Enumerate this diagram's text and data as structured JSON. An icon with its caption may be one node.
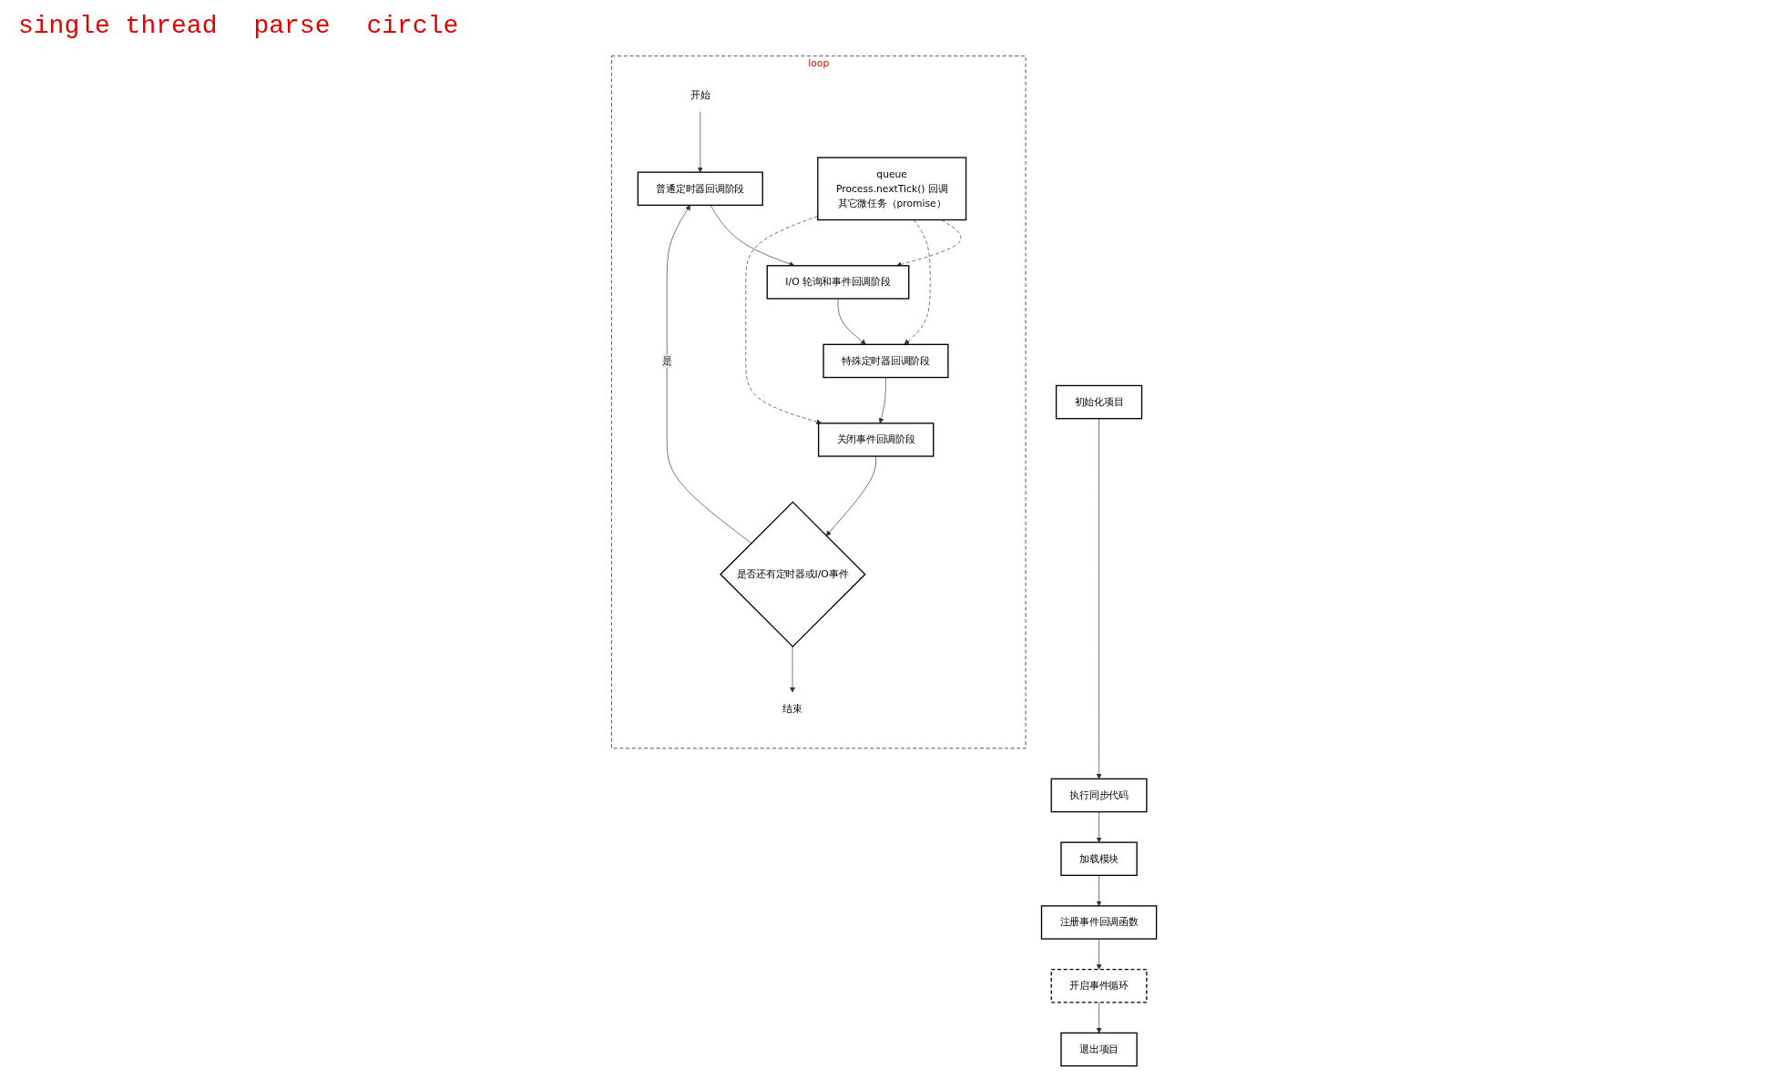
{
  "diagram": {
    "nodes": [
      {
        "text": [
          "初始化项目"
        ]
      },
      {
        "text": [
          "执行同步代码"
        ]
      },
      {
        "text": [
          "加载模块"
        ]
      },
      {
        "text": [
          "注册事件回调函数"
        ]
      },
      {
        "text": [
          "开启事件循环"
        ]
      },
      {
        "text": [
          "退出项目"
        ]
      },
      {
        "text": [
          "loop"
        ]
      },
      {
        "text": [
          "开始"
        ],
        "in": 6
      },
      {
        "text": [
          "普通定时器回调阶段"
        ],
        "in": 6
      },
      {
        "text": [
          "I/O 轮询和事件回调阶段"
        ],
        "in": 6
      },
      {
        "text": [
          "特殊定时器回调阶段"
        ],
        "in": 6
      },
      {
        "text": [
          "关闭事件回调阶段"
        ],
        "in": 6
      },
      {
        "text": [
          "是否还有定时器或I/O事件"
        ],
        "in": 6
      },
      {
        "text": [
          "结束"
        ],
        "in": 6
      },
      {
        "text": [
          "queue",
          "Process.nextTick() 回调",
          "其它微任务（promise）"
        ],
        "in": 6
      }
    ],
    "edges": [
      {
        "from": 0,
        "to": 1,
        "arrow": "to"
      },
      {
        "from": 1,
        "to": 2,
        "arrow": "to"
      },
      {
        "from": 2,
        "to": 3,
        "arrow": "to"
      },
      {
        "from": 3,
        "to": 4,
        "arrow": "to"
      },
      {
        "from": 4,
        "to": 5,
        "arrow": "to"
      },
      {
        "from": 7,
        "to": 8,
        "arrow": "to"
      },
      {
        "from": 8,
        "to": 9,
        "arrow": "to"
      },
      {
        "from": 9,
        "to": 10,
        "arrow": "to"
      },
      {
        "from": 10,
        "to": 11,
        "arrow": "to"
      },
      {
        "from": 11,
        "to": 12,
        "arrow": "to"
      },
      {
        "from": 12,
        "to": 13,
        "arrow": "to"
      },
      {
        "from": 12,
        "to": 8,
        "arrow": "to",
        "label": "是"
      },
      {
        "from": 14,
        "to": 9,
        "arrow": "to",
        "style": "dashed"
      },
      {
        "from": 14,
        "to": 10,
        "arrow": "to",
        "style": "dashed"
      },
      {
        "from": 14,
        "to": 11,
        "arrow": "to",
        "style": "dashed"
      }
    ],
    "labels": [
      "single thread",
      "parse",
      "circle"
    ]
  }
}
